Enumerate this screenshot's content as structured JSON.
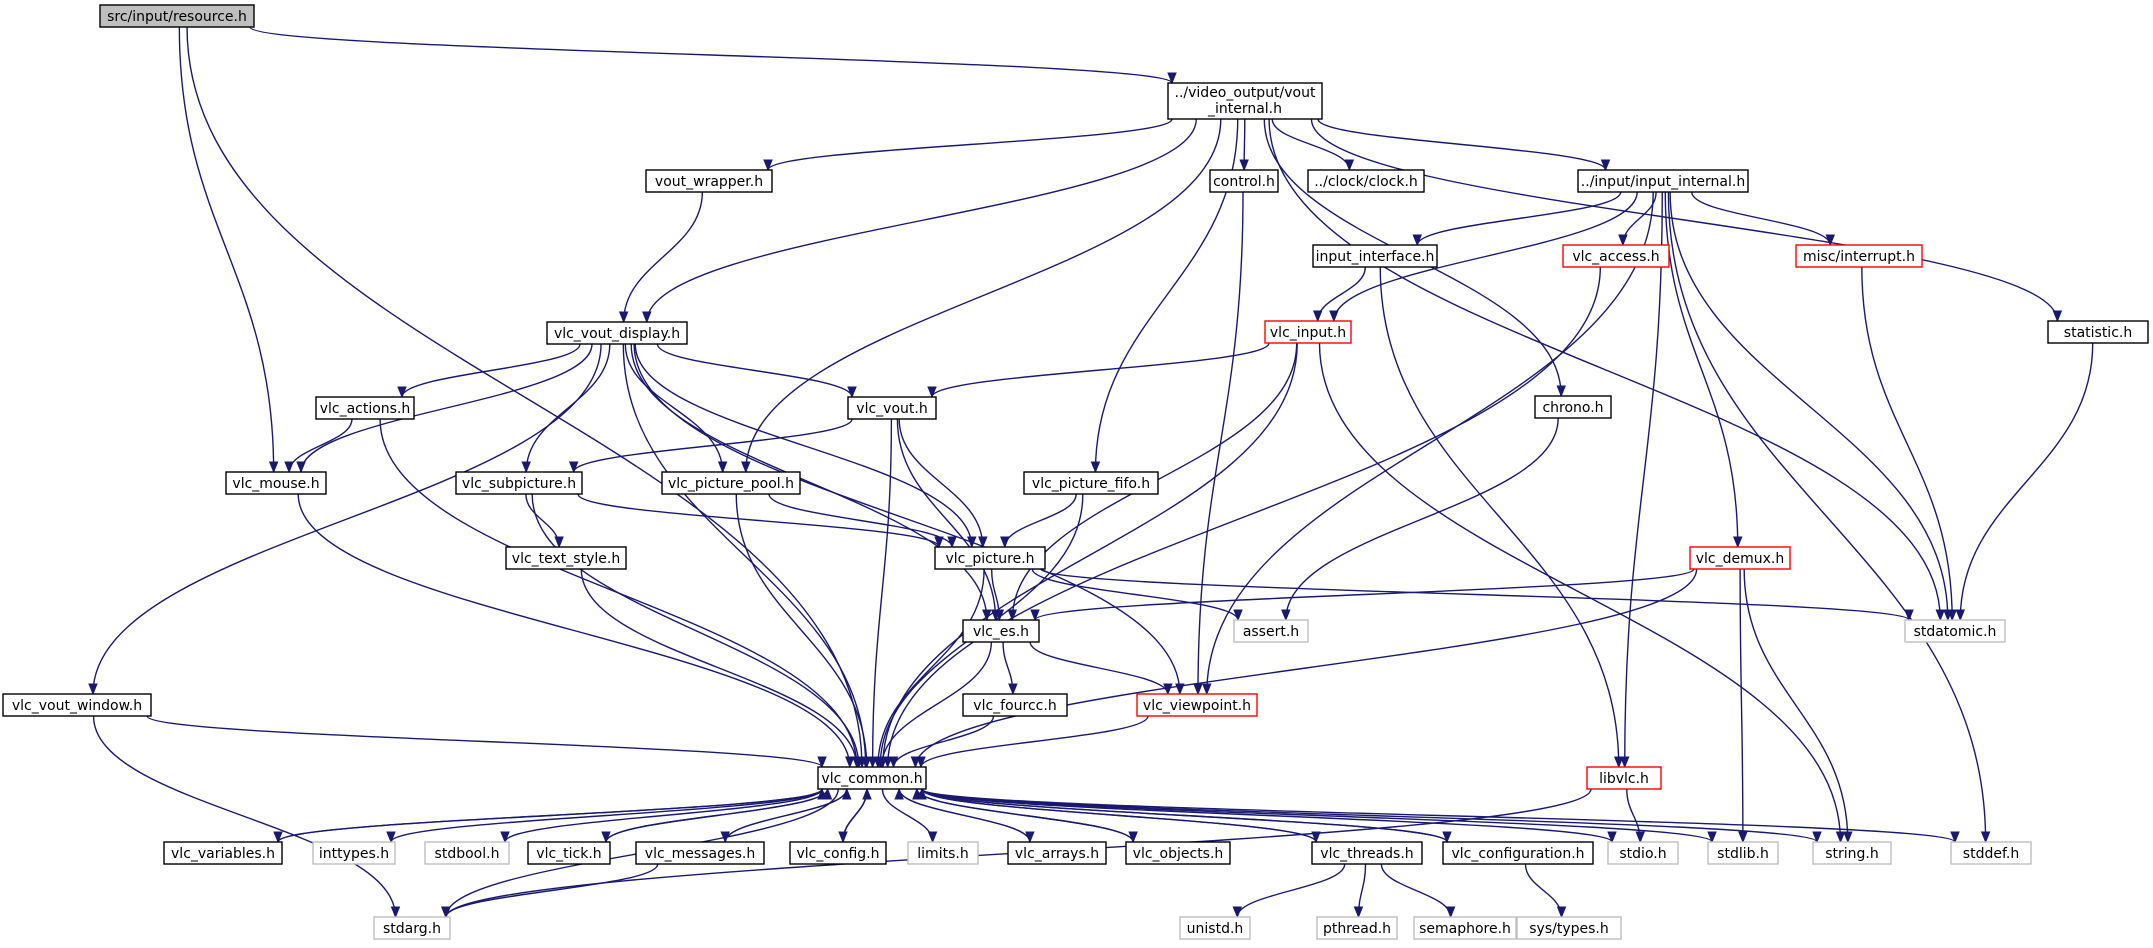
{
  "colors": {
    "edge": "#191970",
    "root_fill": "#bfbfbf",
    "red_border": "#ff0000",
    "grey_border": "#bfbfbf"
  },
  "nodes": {
    "resource": {
      "label": "src/input/resource.h",
      "kind": "root"
    },
    "vout_int": {
      "label": "../video_output/vout_internal.h",
      "lines": [
        "../video_output/vout",
        "_internal.h"
      ],
      "kind": "normal"
    },
    "vout_wrap": {
      "label": "vout_wrapper.h",
      "kind": "normal"
    },
    "control": {
      "label": "control.h",
      "kind": "normal"
    },
    "clock": {
      "label": "../clock/clock.h",
      "kind": "normal"
    },
    "input_int": {
      "label": "../input/input_internal.h",
      "kind": "normal"
    },
    "input_if": {
      "label": "input_interface.h",
      "kind": "normal"
    },
    "vlc_access": {
      "label": "vlc_access.h",
      "kind": "red"
    },
    "interrupt": {
      "label": "misc/interrupt.h",
      "kind": "red"
    },
    "statistic": {
      "label": "statistic.h",
      "kind": "normal"
    },
    "vd": {
      "label": "vlc_vout_display.h",
      "kind": "normal"
    },
    "vlc_input": {
      "label": "vlc_input.h",
      "kind": "red"
    },
    "chrono": {
      "label": "chrono.h",
      "kind": "normal"
    },
    "actions": {
      "label": "vlc_actions.h",
      "kind": "normal"
    },
    "vout": {
      "label": "vlc_vout.h",
      "kind": "normal"
    },
    "mouse": {
      "label": "vlc_mouse.h",
      "kind": "normal"
    },
    "subpic": {
      "label": "vlc_subpicture.h",
      "kind": "normal"
    },
    "ppool": {
      "label": "vlc_picture_pool.h",
      "kind": "normal"
    },
    "pfifo": {
      "label": "vlc_picture_fifo.h",
      "kind": "normal"
    },
    "textstyle": {
      "label": "vlc_text_style.h",
      "kind": "normal"
    },
    "picture": {
      "label": "vlc_picture.h",
      "kind": "normal"
    },
    "demux": {
      "label": "vlc_demux.h",
      "kind": "red"
    },
    "es": {
      "label": "vlc_es.h",
      "kind": "normal"
    },
    "assert": {
      "label": "assert.h",
      "kind": "grey"
    },
    "stdatomic": {
      "label": "stdatomic.h",
      "kind": "grey"
    },
    "window": {
      "label": "vlc_vout_window.h",
      "kind": "normal"
    },
    "fourcc": {
      "label": "vlc_fourcc.h",
      "kind": "normal"
    },
    "viewpoint": {
      "label": "vlc_viewpoint.h",
      "kind": "red"
    },
    "common": {
      "label": "vlc_common.h",
      "kind": "normal"
    },
    "libvlc": {
      "label": "libvlc.h",
      "kind": "red"
    },
    "variables": {
      "label": "vlc_variables.h",
      "kind": "normal"
    },
    "inttypes": {
      "label": "inttypes.h",
      "kind": "grey"
    },
    "stdbool": {
      "label": "stdbool.h",
      "kind": "grey"
    },
    "tick": {
      "label": "vlc_tick.h",
      "kind": "normal"
    },
    "messages": {
      "label": "vlc_messages.h",
      "kind": "normal"
    },
    "config": {
      "label": "vlc_config.h",
      "kind": "normal"
    },
    "limits": {
      "label": "limits.h",
      "kind": "grey"
    },
    "arrays": {
      "label": "vlc_arrays.h",
      "kind": "normal"
    },
    "objects": {
      "label": "vlc_objects.h",
      "kind": "normal"
    },
    "threads": {
      "label": "vlc_threads.h",
      "kind": "normal"
    },
    "configuration": {
      "label": "vlc_configuration.h",
      "kind": "normal"
    },
    "stdio": {
      "label": "stdio.h",
      "kind": "grey"
    },
    "stdlib": {
      "label": "stdlib.h",
      "kind": "grey"
    },
    "string": {
      "label": "string.h",
      "kind": "grey"
    },
    "stddef": {
      "label": "stddef.h",
      "kind": "grey"
    },
    "stdarg": {
      "label": "stdarg.h",
      "kind": "grey"
    },
    "unistd": {
      "label": "unistd.h",
      "kind": "grey"
    },
    "pthread": {
      "label": "pthread.h",
      "kind": "grey"
    },
    "semaphore": {
      "label": "semaphore.h",
      "kind": "grey"
    },
    "systypes": {
      "label": "sys/types.h",
      "kind": "grey"
    }
  },
  "edges": [
    [
      "resource",
      "vout_int"
    ],
    [
      "resource",
      "mouse"
    ],
    [
      "resource",
      "common"
    ],
    [
      "vout_int",
      "vout_wrap"
    ],
    [
      "vout_int",
      "control"
    ],
    [
      "vout_int",
      "clock"
    ],
    [
      "vout_int",
      "input_int"
    ],
    [
      "vout_int",
      "vd"
    ],
    [
      "vout_int",
      "ppool"
    ],
    [
      "vout_int",
      "pfifo"
    ],
    [
      "vout_int",
      "chrono"
    ],
    [
      "vout_int",
      "statistic"
    ],
    [
      "vout_int",
      "stdatomic"
    ],
    [
      "vout_wrap",
      "vd"
    ],
    [
      "control",
      "viewpoint"
    ],
    [
      "input_int",
      "input_if"
    ],
    [
      "input_int",
      "vlc_access"
    ],
    [
      "input_int",
      "interrupt"
    ],
    [
      "input_int",
      "vlc_input"
    ],
    [
      "input_int",
      "demux"
    ],
    [
      "input_int",
      "libvlc"
    ],
    [
      "input_int",
      "viewpoint"
    ],
    [
      "input_int",
      "stdatomic"
    ],
    [
      "input_int",
      "stddef"
    ],
    [
      "input_if",
      "vlc_input"
    ],
    [
      "input_if",
      "libvlc"
    ],
    [
      "vlc_access",
      "common"
    ],
    [
      "interrupt",
      "stdatomic"
    ],
    [
      "statistic",
      "stdatomic"
    ],
    [
      "vd",
      "actions"
    ],
    [
      "vd",
      "vout"
    ],
    [
      "vd",
      "mouse"
    ],
    [
      "vd",
      "subpic"
    ],
    [
      "vd",
      "ppool"
    ],
    [
      "vd",
      "picture"
    ],
    [
      "vd",
      "es"
    ],
    [
      "vd",
      "viewpoint"
    ],
    [
      "vd",
      "window"
    ],
    [
      "vd",
      "common"
    ],
    [
      "vlc_input",
      "vout"
    ],
    [
      "vlc_input",
      "es"
    ],
    [
      "vlc_input",
      "common"
    ],
    [
      "vlc_input",
      "string"
    ],
    [
      "chrono",
      "assert"
    ],
    [
      "actions",
      "mouse"
    ],
    [
      "actions",
      "common"
    ],
    [
      "vout",
      "subpic"
    ],
    [
      "vout",
      "picture"
    ],
    [
      "vout",
      "es"
    ],
    [
      "vout",
      "common"
    ],
    [
      "mouse",
      "common"
    ],
    [
      "subpic",
      "textstyle"
    ],
    [
      "subpic",
      "picture"
    ],
    [
      "subpic",
      "common"
    ],
    [
      "ppool",
      "picture"
    ],
    [
      "ppool",
      "common"
    ],
    [
      "pfifo",
      "picture"
    ],
    [
      "pfifo",
      "common"
    ],
    [
      "textstyle",
      "common"
    ],
    [
      "picture",
      "es"
    ],
    [
      "picture",
      "assert"
    ],
    [
      "picture",
      "stdatomic"
    ],
    [
      "picture",
      "common"
    ],
    [
      "demux",
      "es"
    ],
    [
      "demux",
      "common"
    ],
    [
      "demux",
      "stdlib"
    ],
    [
      "demux",
      "string"
    ],
    [
      "es",
      "fourcc"
    ],
    [
      "es",
      "viewpoint"
    ],
    [
      "es",
      "common"
    ],
    [
      "window",
      "common"
    ],
    [
      "window",
      "stdarg"
    ],
    [
      "fourcc",
      "common"
    ],
    [
      "viewpoint",
      "common"
    ],
    [
      "libvlc",
      "stdio"
    ],
    [
      "libvlc",
      "stdarg"
    ],
    [
      "common",
      "variables"
    ],
    [
      "common",
      "inttypes"
    ],
    [
      "common",
      "stdbool"
    ],
    [
      "common",
      "tick"
    ],
    [
      "common",
      "messages"
    ],
    [
      "common",
      "config"
    ],
    [
      "common",
      "limits"
    ],
    [
      "common",
      "arrays"
    ],
    [
      "common",
      "objects"
    ],
    [
      "common",
      "threads"
    ],
    [
      "common",
      "configuration"
    ],
    [
      "common",
      "stdio"
    ],
    [
      "common",
      "stdlib"
    ],
    [
      "common",
      "string"
    ],
    [
      "common",
      "stddef"
    ],
    [
      "common",
      "stdarg"
    ],
    [
      "variables",
      "common"
    ],
    [
      "tick",
      "common"
    ],
    [
      "messages",
      "common"
    ],
    [
      "config",
      "common"
    ],
    [
      "arrays",
      "common"
    ],
    [
      "objects",
      "common"
    ],
    [
      "threads",
      "common"
    ],
    [
      "configuration",
      "common"
    ],
    [
      "messages",
      "stdarg"
    ],
    [
      "threads",
      "unistd"
    ],
    [
      "threads",
      "pthread"
    ],
    [
      "threads",
      "semaphore"
    ],
    [
      "configuration",
      "systypes"
    ]
  ]
}
